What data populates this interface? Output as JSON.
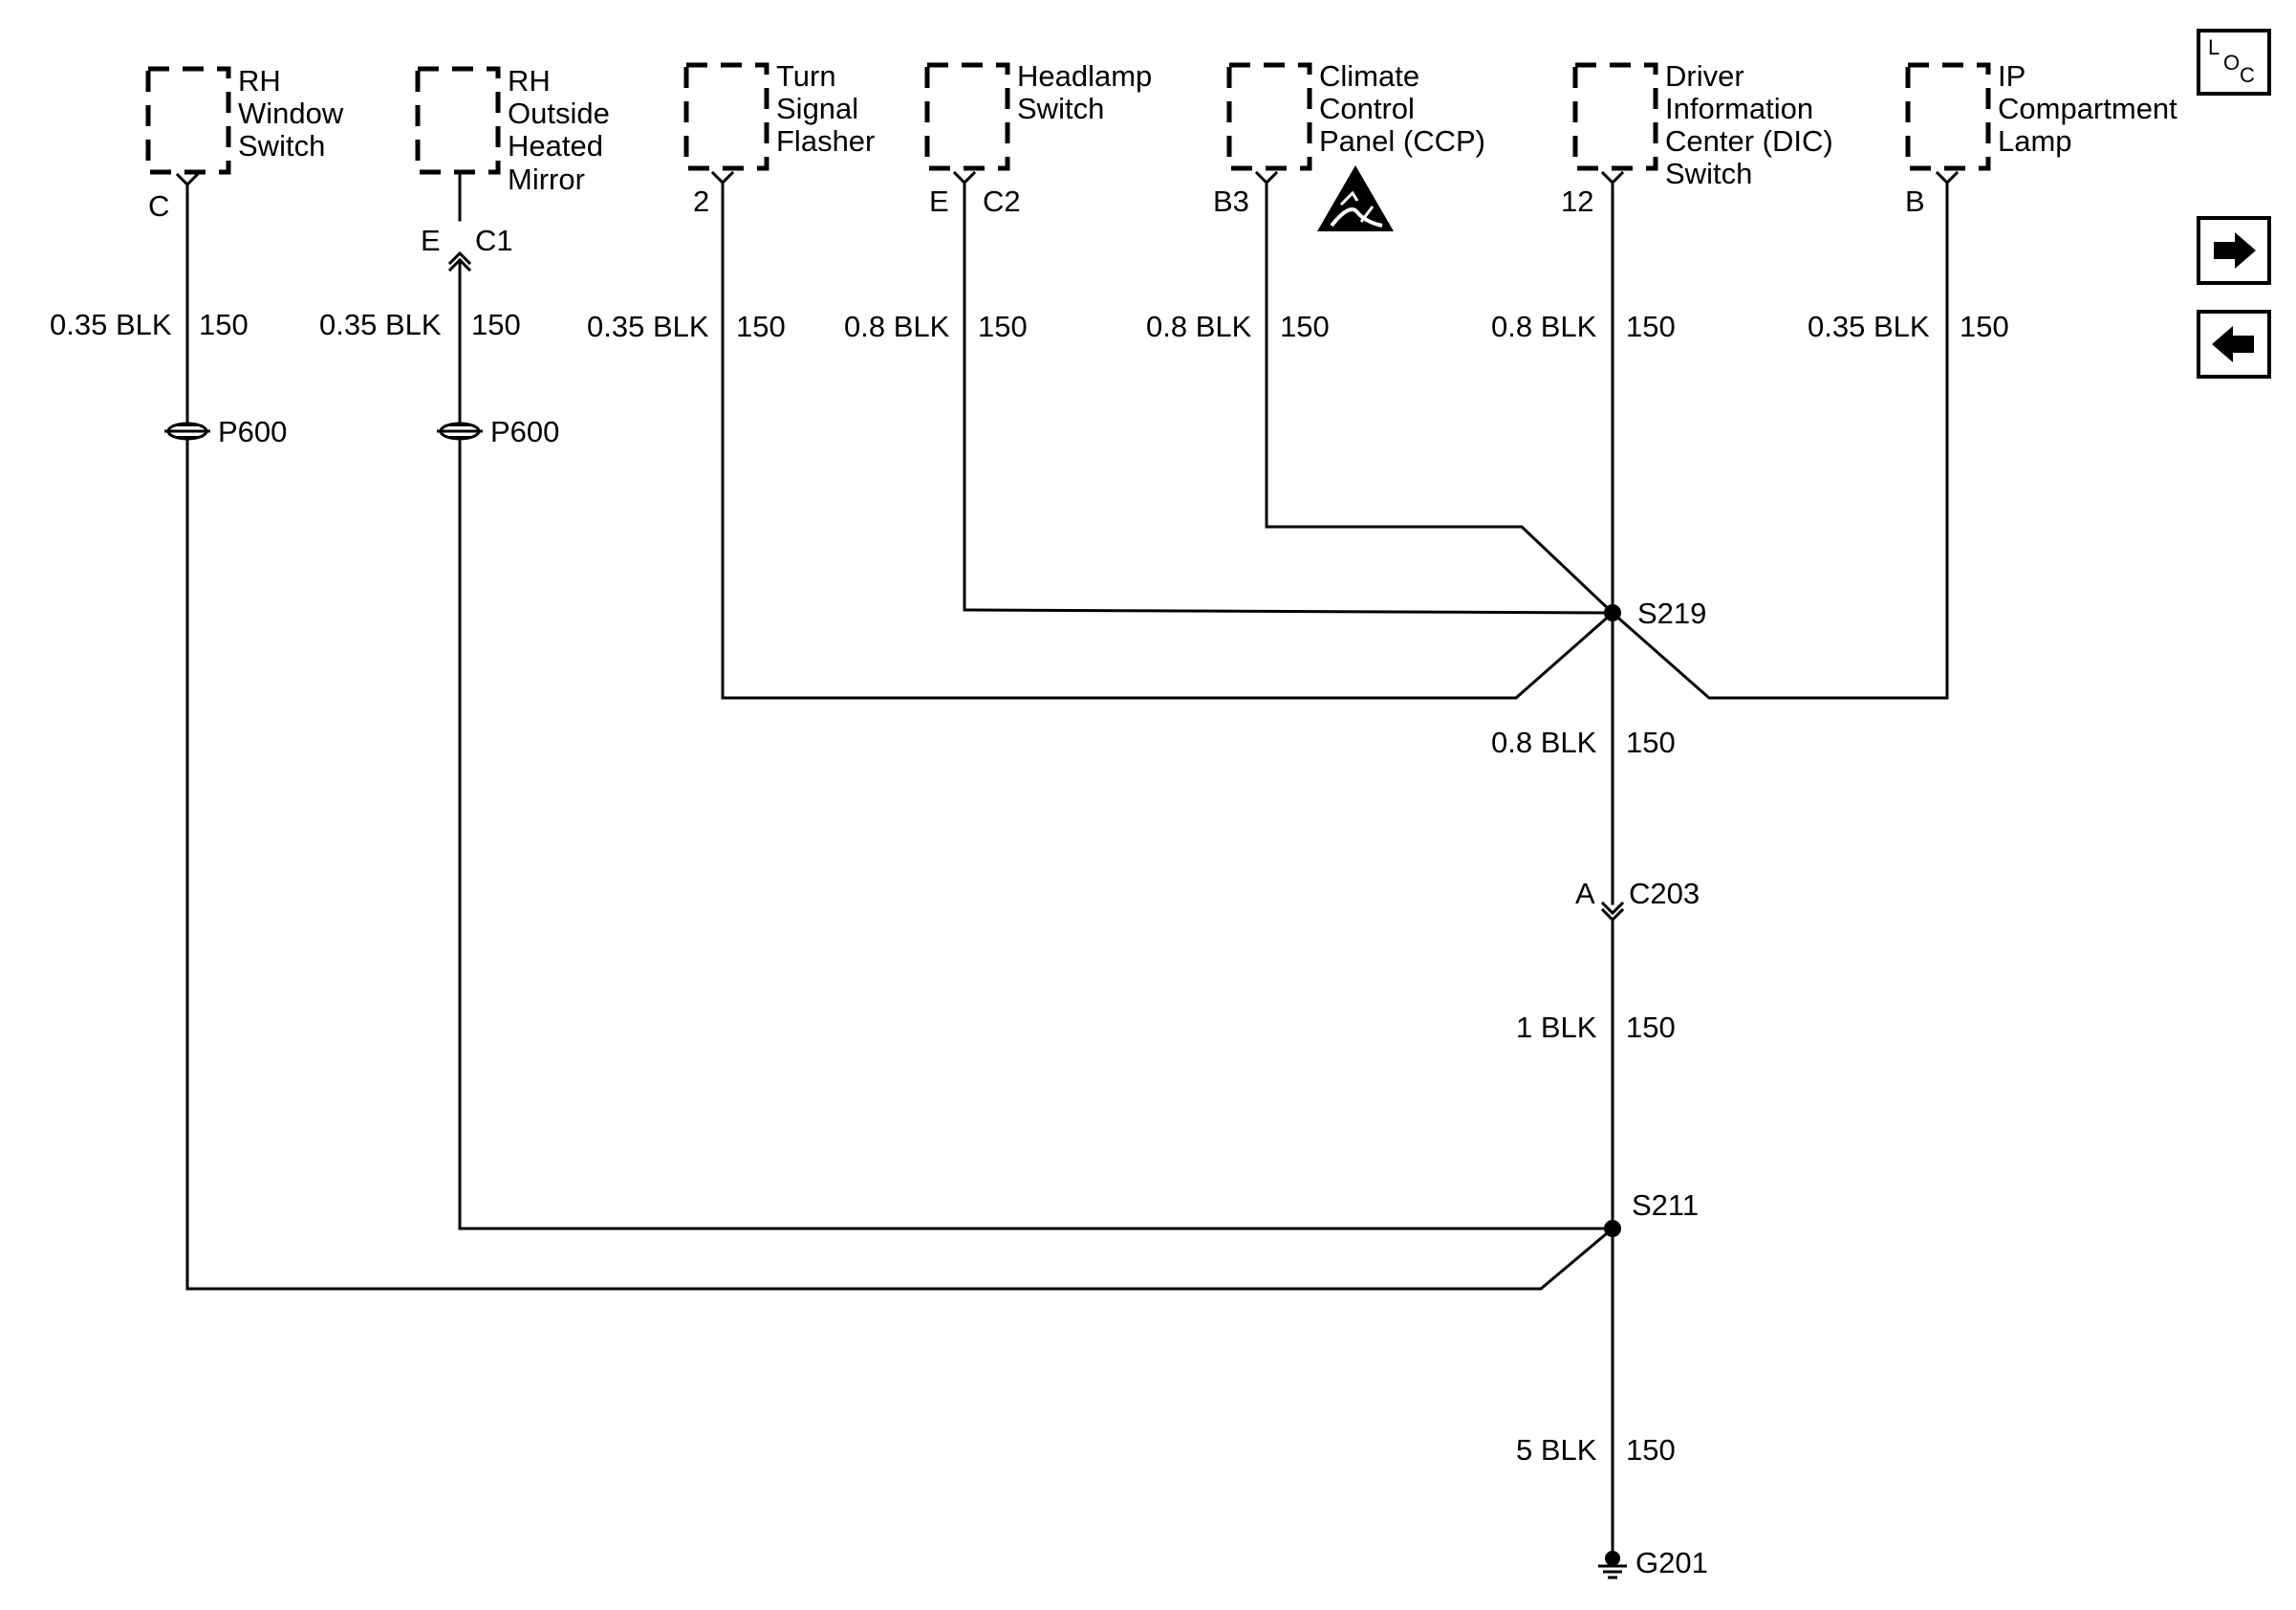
{
  "components": [
    {
      "id": "rh-window-switch",
      "lines": [
        "RH",
        "Window",
        "Switch"
      ],
      "pin": "C"
    },
    {
      "id": "rh-outside-heated-mirror",
      "lines": [
        "RH",
        "Outside",
        "Heated",
        "Mirror"
      ],
      "pin": "E",
      "connector": "C1"
    },
    {
      "id": "turn-signal-flasher",
      "lines": [
        "Turn",
        "Signal",
        "Flasher"
      ],
      "pin": "2"
    },
    {
      "id": "headlamp-switch",
      "lines": [
        "Headlamp",
        "Switch"
      ],
      "pin": "E",
      "connector": "C2"
    },
    {
      "id": "climate-control-panel",
      "lines": [
        "Climate",
        "Control",
        "Panel (CCP)"
      ],
      "pin": "B3"
    },
    {
      "id": "dic-switch",
      "lines": [
        "Driver",
        "Information",
        "Center (DIC)",
        "Switch"
      ],
      "pin": "12"
    },
    {
      "id": "ip-compartment-lamp",
      "lines": [
        "IP",
        "Compartment",
        "Lamp"
      ],
      "pin": "B"
    }
  ],
  "wire_labels": {
    "rh_window": {
      "gauge": "0.35 BLK",
      "circuit": "150"
    },
    "mirror": {
      "gauge": "0.35 BLK",
      "circuit": "150"
    },
    "flasher": {
      "gauge": "0.35 BLK",
      "circuit": "150"
    },
    "headlamp": {
      "gauge": "0.8 BLK",
      "circuit": "150"
    },
    "ccp": {
      "gauge": "0.8 BLK",
      "circuit": "150"
    },
    "dic": {
      "gauge": "0.8 BLK",
      "circuit": "150"
    },
    "ip_lamp": {
      "gauge": "0.35 BLK",
      "circuit": "150"
    },
    "s219_to_c203": {
      "gauge": "0.8 BLK",
      "circuit": "150"
    },
    "c203_to_s211": {
      "gauge": "1 BLK",
      "circuit": "150"
    },
    "s211_to_g201": {
      "gauge": "5 BLK",
      "circuit": "150"
    }
  },
  "passthroughs": {
    "left": "P600",
    "right": "P600"
  },
  "splices": {
    "upper": "S219",
    "lower": "S211"
  },
  "connector_c203": {
    "pin": "A",
    "name": "C203"
  },
  "ground": "G201",
  "loc_button": {
    "main": "L",
    "sub1": "O",
    "sub2": "C"
  },
  "icons": {
    "esd": "esd-warning-icon",
    "forward": "right-arrow-icon",
    "back": "left-arrow-icon",
    "ground": "ground-icon"
  }
}
